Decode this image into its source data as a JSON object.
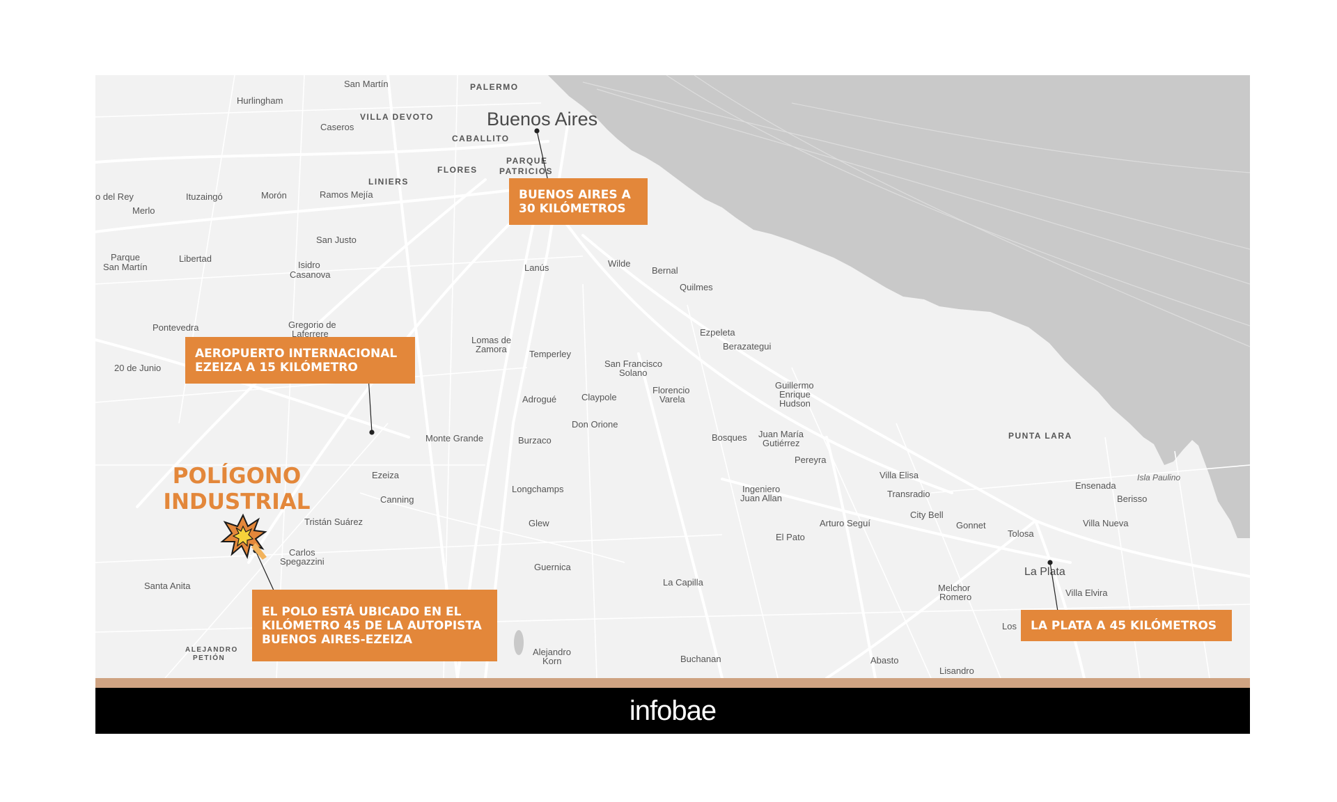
{
  "map": {
    "colors": {
      "land": "#f2f2f2",
      "water": "#c9c9c9",
      "roads": "#ffffff",
      "accent": "#e3873a"
    },
    "places": {
      "san_martin": "San Martín",
      "palermo": "PALERMO",
      "hurlingham": "Hurlingham",
      "villa_devoto": "VILLA DEVOTO",
      "caseros": "Caseros",
      "buenos_aires": "Buenos Aires",
      "caballito": "CABALLITO",
      "flores": "FLORES",
      "parque_patricios": "PARQUE\nPATRICIOS",
      "liniers": "LINIERS",
      "del_rey": "o del Rey",
      "ituzaingo": "Ituzaingó",
      "moron": "Morón",
      "ramos_mejia": "Ramos Mejía",
      "merlo": "Merlo",
      "san_justo": "San Justo",
      "parque_san_martin": "Parque\nSan Martín",
      "libertad": "Libertad",
      "isidro_casanova": "Isidro\nCasanova",
      "lanus": "Lanús",
      "wilde": "Wilde",
      "bernal": "Bernal",
      "quilmes": "Quilmes",
      "pontevedra": "Pontevedra",
      "gregorio_de_laferrere": "Gregorio de\nLaferrere",
      "lomas_de_zamora": "Lomas de\nZamora",
      "temperley": "Temperley",
      "ezpeleta": "Ezpeleta",
      "berazategui": "Berazategui",
      "veinte_de_junio": "20 de Junio",
      "san_francisco_solano": "San Francisco\nSolano",
      "florencio_varela": "Florencio\nVarela",
      "guillermo_enrique_hudson": "Guillermo\nEnrique\nHudson",
      "adrogue": "Adrogué",
      "claypole": "Claypole",
      "don_orione": "Don Orione",
      "monte_grande": "Monte Grande",
      "burzaco": "Burzaco",
      "bosques": "Bosques",
      "juan_maria_gutierrez": "Juan María\nGutiérrez",
      "punta_lara": "PUNTA LARA",
      "pereyra": "Pereyra",
      "ezeiza": "Ezeiza",
      "villa_elisa": "Villa Elisa",
      "canning": "Canning",
      "longchamps": "Longchamps",
      "ingeniero_juan_allan": "Ingeniero\nJuan Allan",
      "transradio": "Transradio",
      "ensenada": "Ensenada",
      "isla_paulino": "Isla Paulino",
      "berisso": "Berisso",
      "tristan_suarez": "Tristán Suárez",
      "glew": "Glew",
      "arturo_segui": "Arturo Seguí",
      "city_bell": "City Bell",
      "gonnet": "Gonnet",
      "villa_nueva": "Villa Nueva",
      "carlos_spegazzini": "Carlos\nSpegazzini",
      "el_pato": "El Pato",
      "tolosa": "Tolosa",
      "guernica": "Guernica",
      "la_plata": "La Plata",
      "santa_anita": "Santa Anita",
      "la_capilla": "La Capilla",
      "melchor_romero": "Melchor\nRomero",
      "villa_elvira": "Villa Elvira",
      "alejandro_petion": "ALEJANDRO\nPETIÓN",
      "los": "Los",
      "alejandro_korn": "Alejandro\nKorn",
      "buchanan": "Buchanan",
      "abasto": "Abasto",
      "lisandro": "Lisandro"
    }
  },
  "callouts": {
    "buenos_aires": "BUENOS AIRES A\n30 KILÓMETROS",
    "airport": "AEROPUERTO INTERNACIONAL\nEZEIZA A 15 KILÓMETRO",
    "polo": "EL POLO ESTÁ UBICADO EN EL\nKILÓMETRO 45 DE LA AUTOPISTA\nBUENOS AIRES-EZEIZA",
    "la_plata": "LA PLATA A 45 KILÓMETROS"
  },
  "poligono_title": "POLÍGONO\nINDUSTRIAL",
  "footer": {
    "brand": "infobae",
    "stripe_color": "#cfa382"
  }
}
